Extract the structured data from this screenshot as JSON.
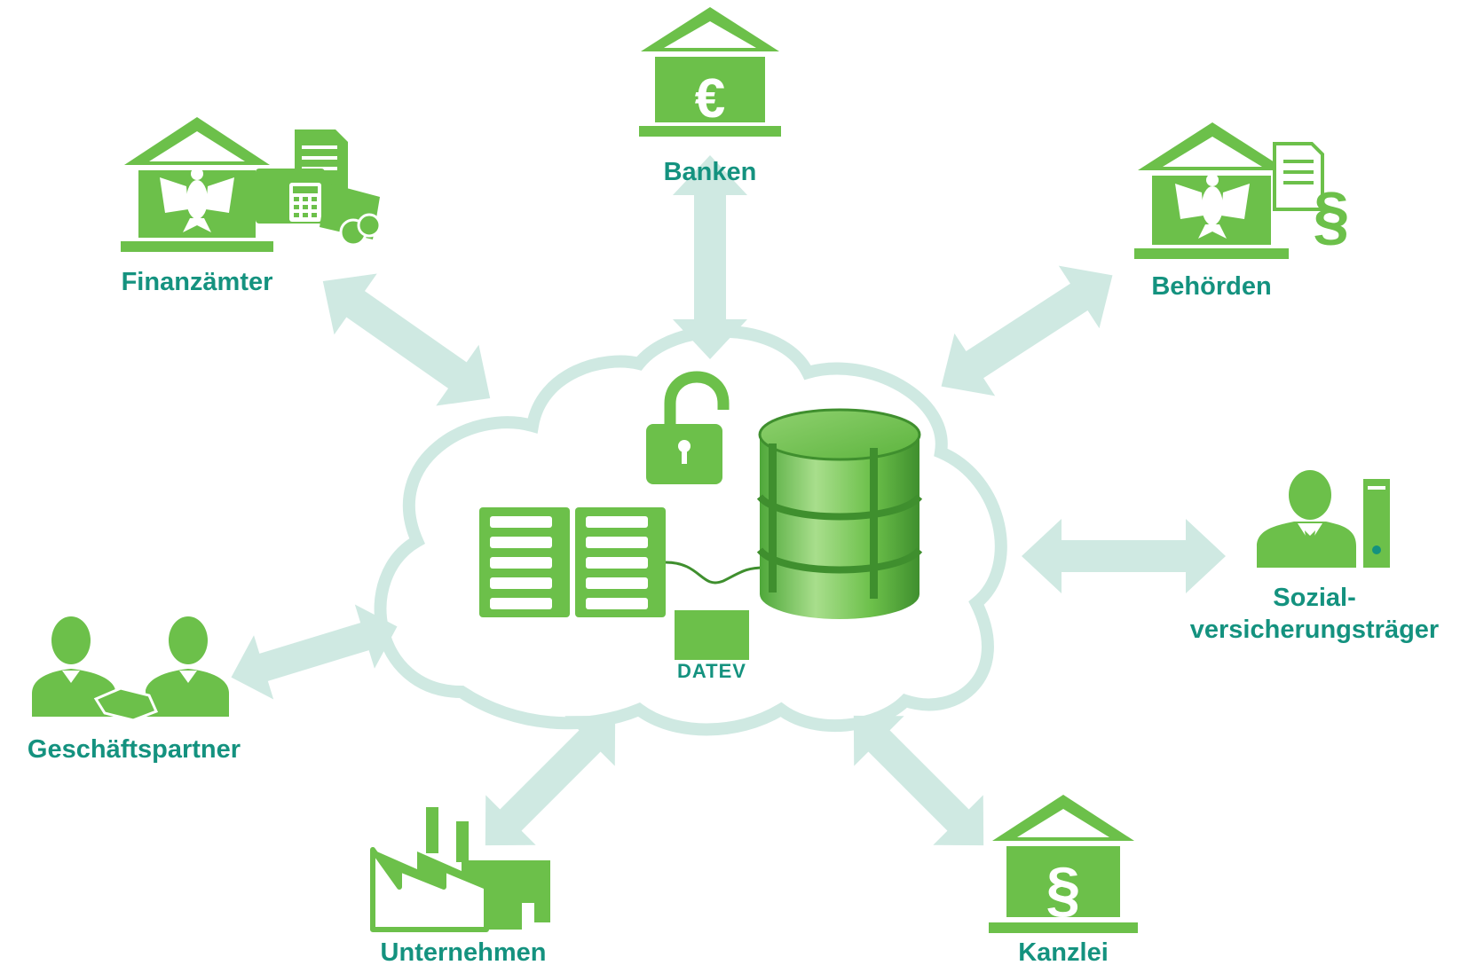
{
  "colors": {
    "icon_green": "#6cc04a",
    "dark_green": "#3f8f2e",
    "label_teal": "#14927f",
    "arrow_mint": "#cfe9e2",
    "cloud_outline": "#cfe9e2"
  },
  "center": {
    "brand": "DATEV",
    "icons": [
      "cloud-icon",
      "padlock-open-icon",
      "server-rack-icon",
      "database-icon"
    ]
  },
  "nodes": {
    "banken": {
      "label": "Banken",
      "icon": "bank-euro-icon"
    },
    "finanzaemter": {
      "label": "Finanzämter",
      "icon": "tax-office-icon"
    },
    "behoerden": {
      "label": "Behörden",
      "icon": "authority-icon"
    },
    "sozial": {
      "label_line1": "Sozial-",
      "label_line2": "versicherungsträger",
      "icon": "person-folder-icon"
    },
    "geschaeftspartner": {
      "label": "Geschäftspartner",
      "icon": "handshake-icon"
    },
    "unternehmen": {
      "label": "Unternehmen",
      "icon": "factory-icon"
    },
    "kanzlei": {
      "label": "Kanzlei",
      "icon": "law-office-icon"
    }
  }
}
